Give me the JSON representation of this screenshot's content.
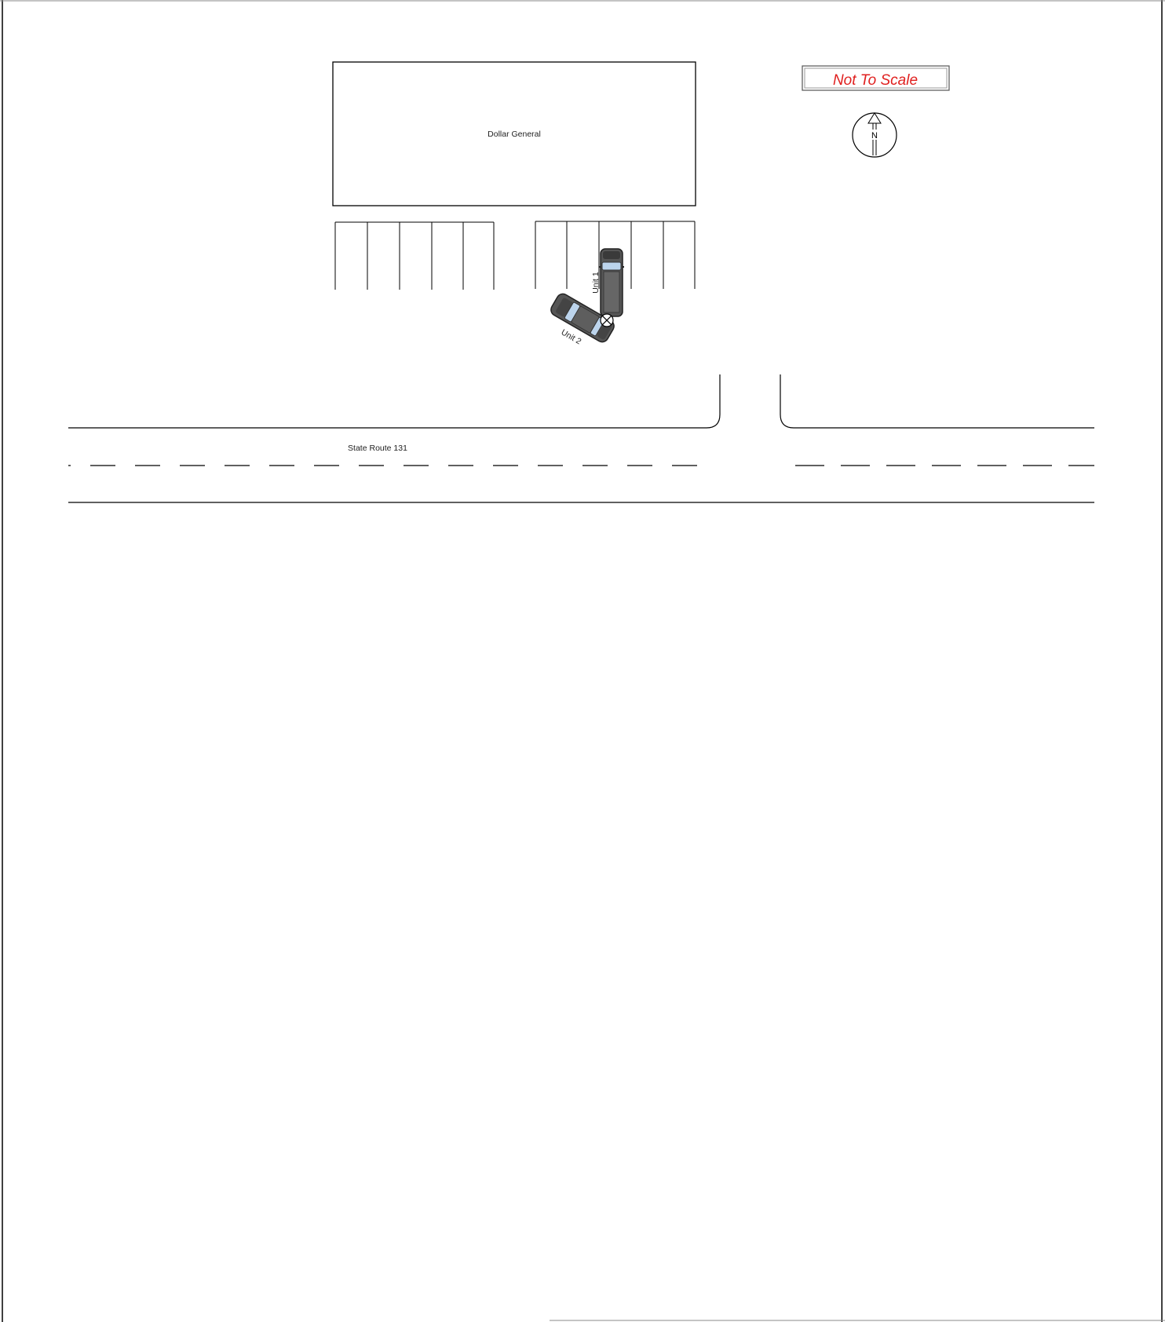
{
  "diagram": {
    "building_label": "Dollar General",
    "road_label": "State Route 131",
    "scale_note": "Not To Scale",
    "north_letter": "N",
    "units": [
      {
        "label": "Unit 1"
      },
      {
        "label": "Unit 2"
      }
    ],
    "colors": {
      "scale_text": "#e0201f",
      "vehicle_body": "#555555",
      "windshield": "#bcd4ec",
      "line": "#000000"
    }
  }
}
